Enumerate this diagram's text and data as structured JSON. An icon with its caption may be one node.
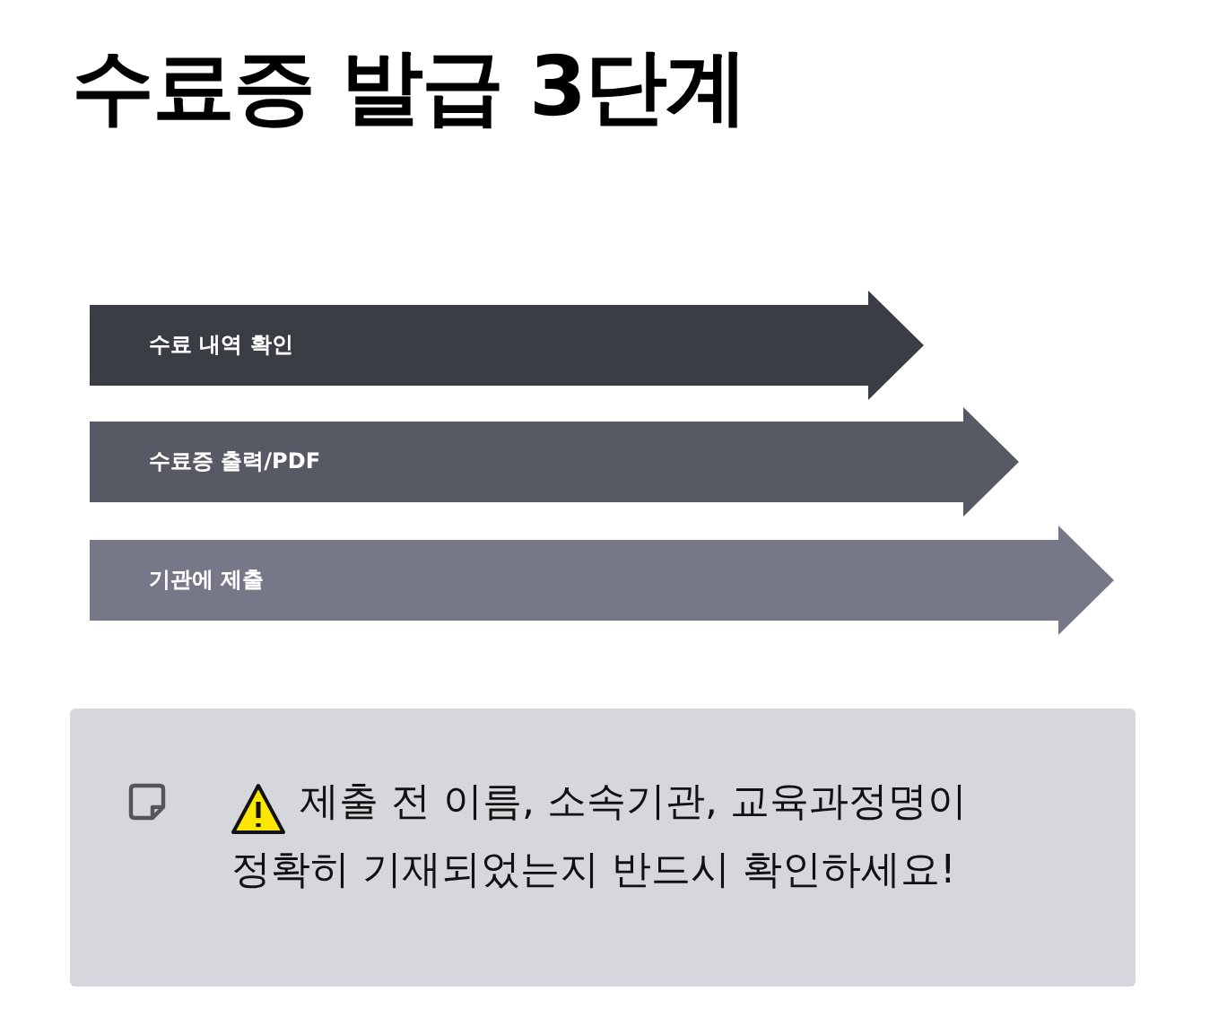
{
  "diagram": {
    "title": "수료증 발급 3단계",
    "nodes": [
      {
        "text": [
          "수료 내역 확인"
        ]
      },
      {
        "text": [
          "수료증 출력/PDF"
        ]
      },
      {
        "text": [
          "기관에 제출"
        ]
      },
      {
        "text": [
          "제출 전 이름, 소속기관, 교육과정명이 정확히 기재되었는지 반드시 확인하세요!"
        ]
      }
    ],
    "edges": []
  }
}
